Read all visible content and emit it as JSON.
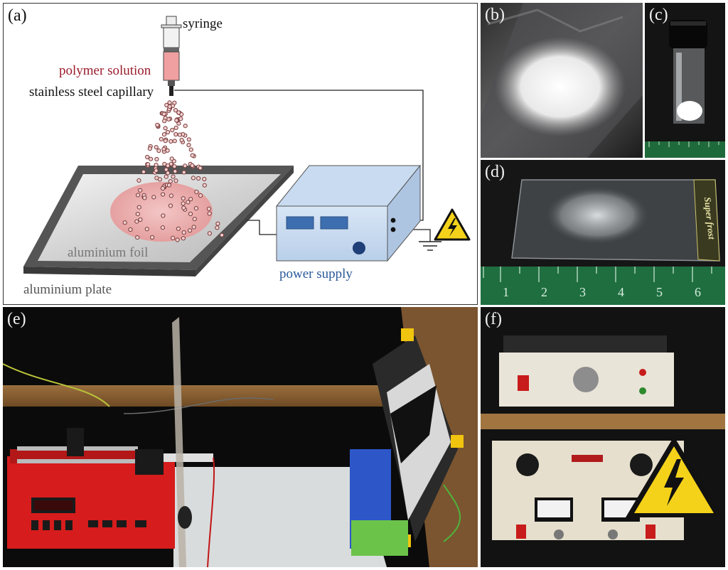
{
  "panels": {
    "a": {
      "letter": "(a)",
      "syringe_label": "syringe",
      "solution_label": "polymer solution",
      "capillary_label": "stainless steel capillary",
      "foil_label": "aluminium foil",
      "plate_label": "aluminium plate",
      "power_label": "power supply"
    },
    "b": {
      "letter": "(b)"
    },
    "c": {
      "letter": "(c)"
    },
    "d": {
      "letter": "(d)",
      "slide_text": "Super frost",
      "ruler_numbers": [
        "1",
        "2",
        "3",
        "4",
        "5",
        "6"
      ]
    },
    "e": {
      "letter": "(e)"
    },
    "f": {
      "letter": "(f)"
    }
  },
  "colors": {
    "solution_red": "#9a1b2b",
    "power_blue": "#2a5a9a",
    "foil_grey": "#777777",
    "warning_yellow": "#f4d21a"
  },
  "icons": [
    "syringe-icon",
    "ground-icon",
    "high-voltage-warning-icon",
    "power-knob-icon"
  ]
}
